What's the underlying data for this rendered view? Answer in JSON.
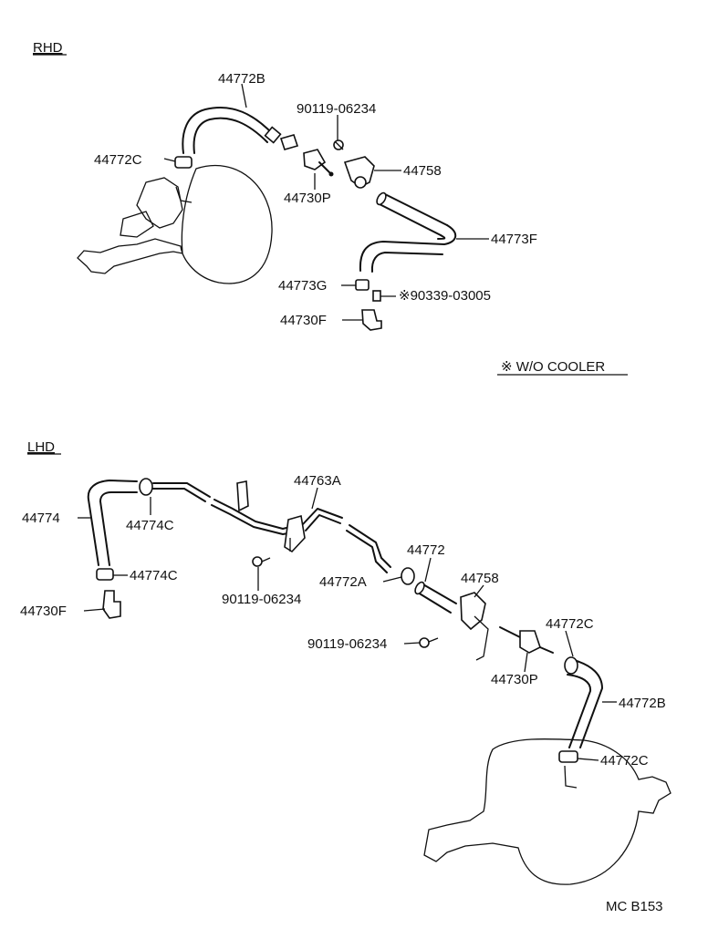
{
  "sections": {
    "rhd": "RHD",
    "lhd": "LHD"
  },
  "note": "※ W/O COOLER",
  "drawing_code": "MC B153",
  "rhd_labels": {
    "l1": "44772B",
    "l2": "90119-06234",
    "l3": "44772C",
    "l4": "44758",
    "l5": "44730P",
    "l6": "44773F",
    "l7": "44773G",
    "l8": "※90339-03005",
    "l9": "44730F"
  },
  "lhd_labels": {
    "l1": "44774",
    "l2": "44774C",
    "l3": "44763A",
    "l4": "44774C",
    "l5": "44730F",
    "l6": "90119-06234",
    "l7": "44772",
    "l8": "44772A",
    "l9": "44758",
    "l10": "90119-06234",
    "l11": "44772C",
    "l12": "44730P",
    "l13": "44772B",
    "l14": "44772C"
  }
}
